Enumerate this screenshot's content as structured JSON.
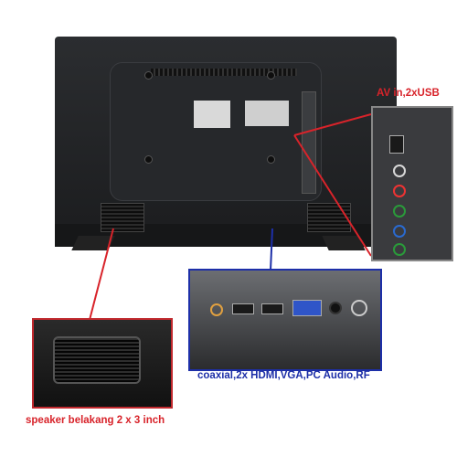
{
  "captions": {
    "av_usb": "AV in,2xUSB",
    "ports": "coaxial,2x HDMI,VGA,PC Audio,RF",
    "speaker": "speaker belakang 2 x 3 inch"
  },
  "colors": {
    "red_caption": "#d8232a",
    "blue_caption": "#1d2fa8",
    "tv_body": "#1f2023"
  }
}
